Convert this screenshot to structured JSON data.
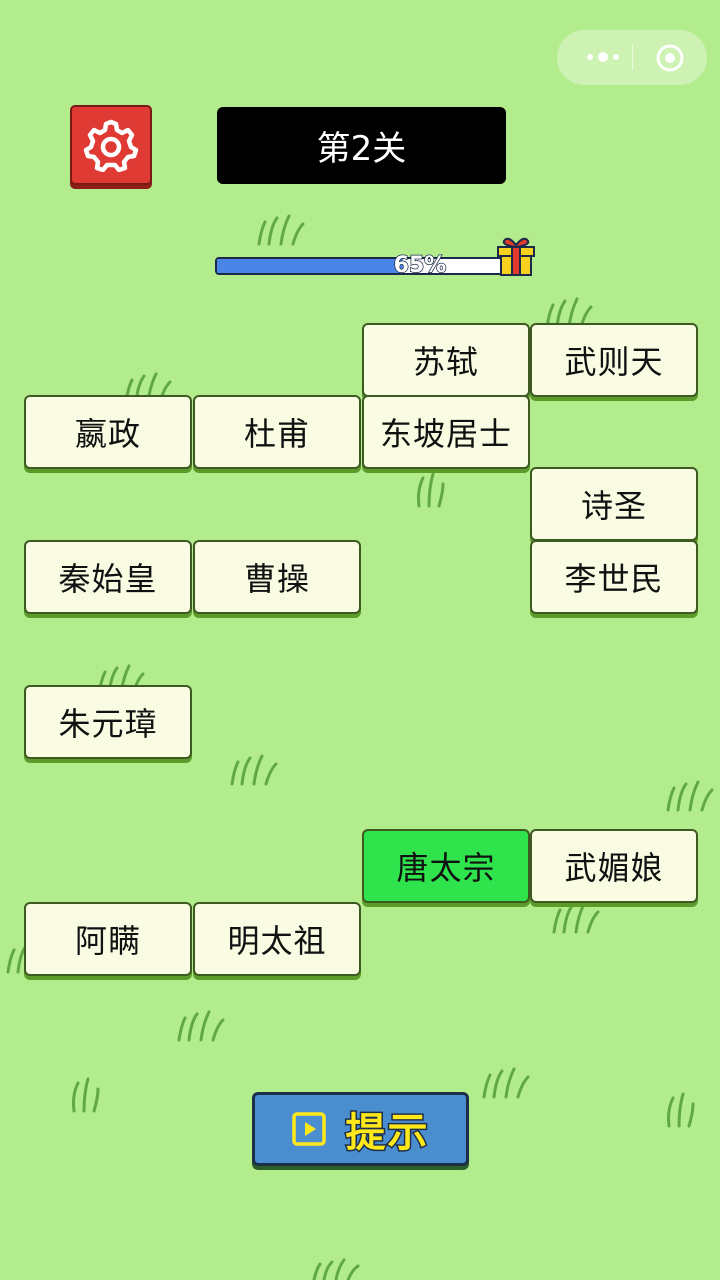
{
  "header": {
    "level_title": "第2关",
    "progress_percent": 65,
    "progress_label": "65%"
  },
  "board": {
    "tiles": [
      {
        "text": "苏轼",
        "selected": false
      },
      {
        "text": "武则天",
        "selected": false
      },
      {
        "text": "嬴政",
        "selected": false
      },
      {
        "text": "杜甫",
        "selected": false
      },
      {
        "text": "东坡居士",
        "selected": false
      },
      {
        "text": "诗圣",
        "selected": false
      },
      {
        "text": "秦始皇",
        "selected": false
      },
      {
        "text": "曹操",
        "selected": false
      },
      {
        "text": "李世民",
        "selected": false
      },
      {
        "text": "朱元璋",
        "selected": false
      },
      {
        "text": "唐太宗",
        "selected": true
      },
      {
        "text": "武媚娘",
        "selected": false
      },
      {
        "text": "阿瞒",
        "selected": false
      },
      {
        "text": "明太祖",
        "selected": false
      }
    ]
  },
  "hint_button": {
    "label": "提示",
    "icon": "play-icon"
  },
  "icons": {
    "settings": "gear-icon",
    "reward": "gift-icon",
    "menu": "more-dots-icon",
    "close": "target-icon"
  },
  "colors": {
    "background": "#b3ec8c",
    "tile": "#f9fbe2",
    "tile_selected": "#2fe34c",
    "settings_button": "#e03a34",
    "hint_button": "#4b8ecf",
    "hint_text": "#ffe81a",
    "progress_fill": "#4a86e8"
  }
}
